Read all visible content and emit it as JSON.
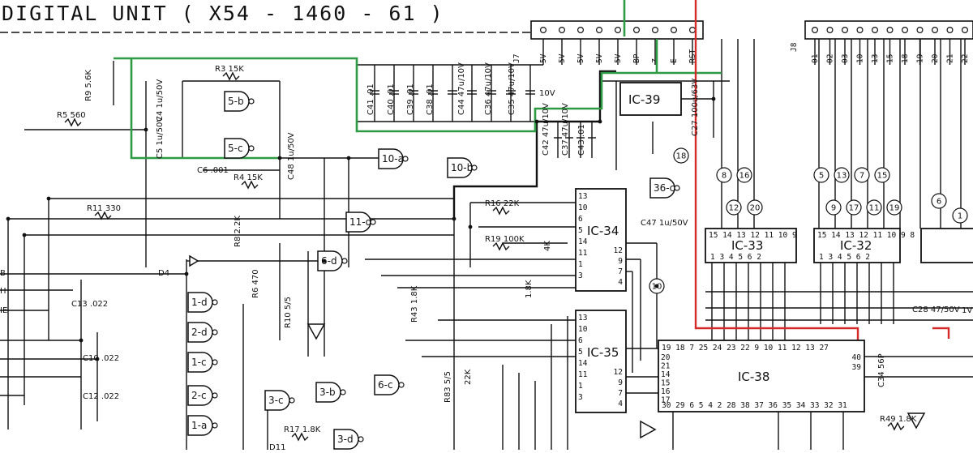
{
  "title": "DIGITAL UNIT ( X54 - 1460 - 61 )",
  "connectors": {
    "j7": {
      "label": "J7",
      "pins": [
        "5V",
        "5V",
        "5V",
        "5V",
        "5V",
        "BP",
        "Z",
        "E",
        "RST"
      ]
    },
    "j8": {
      "label": "J8",
      "pins": [
        "01",
        "02",
        "03",
        "10",
        "13",
        "15",
        "18",
        "19",
        "20",
        "21",
        "22"
      ]
    }
  },
  "chips": [
    {
      "name": "IC-34",
      "left_pins": [
        "13",
        "10",
        "6",
        "5",
        "14",
        "11",
        "1",
        "3"
      ],
      "right_pins": [
        "12",
        "9",
        "7",
        "4"
      ]
    },
    {
      "name": "IC-35",
      "left_pins": [
        "13",
        "10",
        "6",
        "5",
        "14",
        "11",
        "1",
        "3"
      ],
      "right_pins": [
        "12",
        "9",
        "7",
        "4"
      ]
    },
    {
      "name": "IC-38",
      "top_pins": "19 18   7 25 24 23 22 9 10 11 12 13 27",
      "bottom_pins": "30 29 6 5 4 2  28 38 37 36 35  34 33 32 31",
      "left_pins": [
        "20",
        "21",
        "14",
        "15",
        "16",
        "17"
      ],
      "right_pins": [
        "40",
        "39"
      ]
    },
    {
      "name": "IC-39"
    },
    {
      "name": "IC-33",
      "top_pins": "15 14 13 12 11 10 9",
      "bottom_pins": "1  3  4  5  6  2"
    },
    {
      "name": "IC-32",
      "top_pins": "15 14 13 12 11 10 9 8",
      "bottom_pins": "1  3  4  5  6  2"
    }
  ],
  "gates": [
    "5-b",
    "5-c",
    "10-a",
    "10-b",
    "11-d",
    "6-d",
    "36-c",
    "1-d",
    "2-d",
    "1-c",
    "2-c",
    "1-a",
    "3-c",
    "3-b",
    "6-c",
    "3-d"
  ],
  "nodes": [
    "8",
    "16",
    "12",
    "20",
    "5",
    "13",
    "7",
    "15",
    "9",
    "17",
    "11",
    "19",
    "6",
    "18",
    "10",
    "1"
  ],
  "components": {
    "resistors": [
      "R3 15K",
      "R9 5.6K",
      "R5 560",
      "R4 15K",
      "R11 330",
      "R16 22K",
      "R19 100K",
      "R8 2.2K",
      "R6 470",
      "R10 5/5",
      "R43 1.8K",
      "R17 1.8K",
      "R49 1.8K",
      "R83 5/5",
      "22K",
      "1.8K",
      "4K"
    ],
    "capacitors": [
      "C4 1u/50V",
      "C5 1u/50V",
      "C6 .001",
      "C48 1u/50V",
      "C41 .01",
      "C40 .01",
      "C39 .01",
      "C38 .01",
      "C44 47u/10V",
      "C36 47u/10V",
      "C35 47u/10V",
      "C42 47u/10V",
      "C37 47u/10V",
      "C43 .01",
      "C27 100u/63V",
      "C47 1u/50V",
      "C13 .022",
      "C10 .022",
      "C12 .022",
      "C28 47/50V",
      "C34 56P"
    ]
  },
  "misc_labels": [
    "D4",
    "D11",
    "B",
    "H",
    "IE",
    "10V",
    "1V"
  ]
}
